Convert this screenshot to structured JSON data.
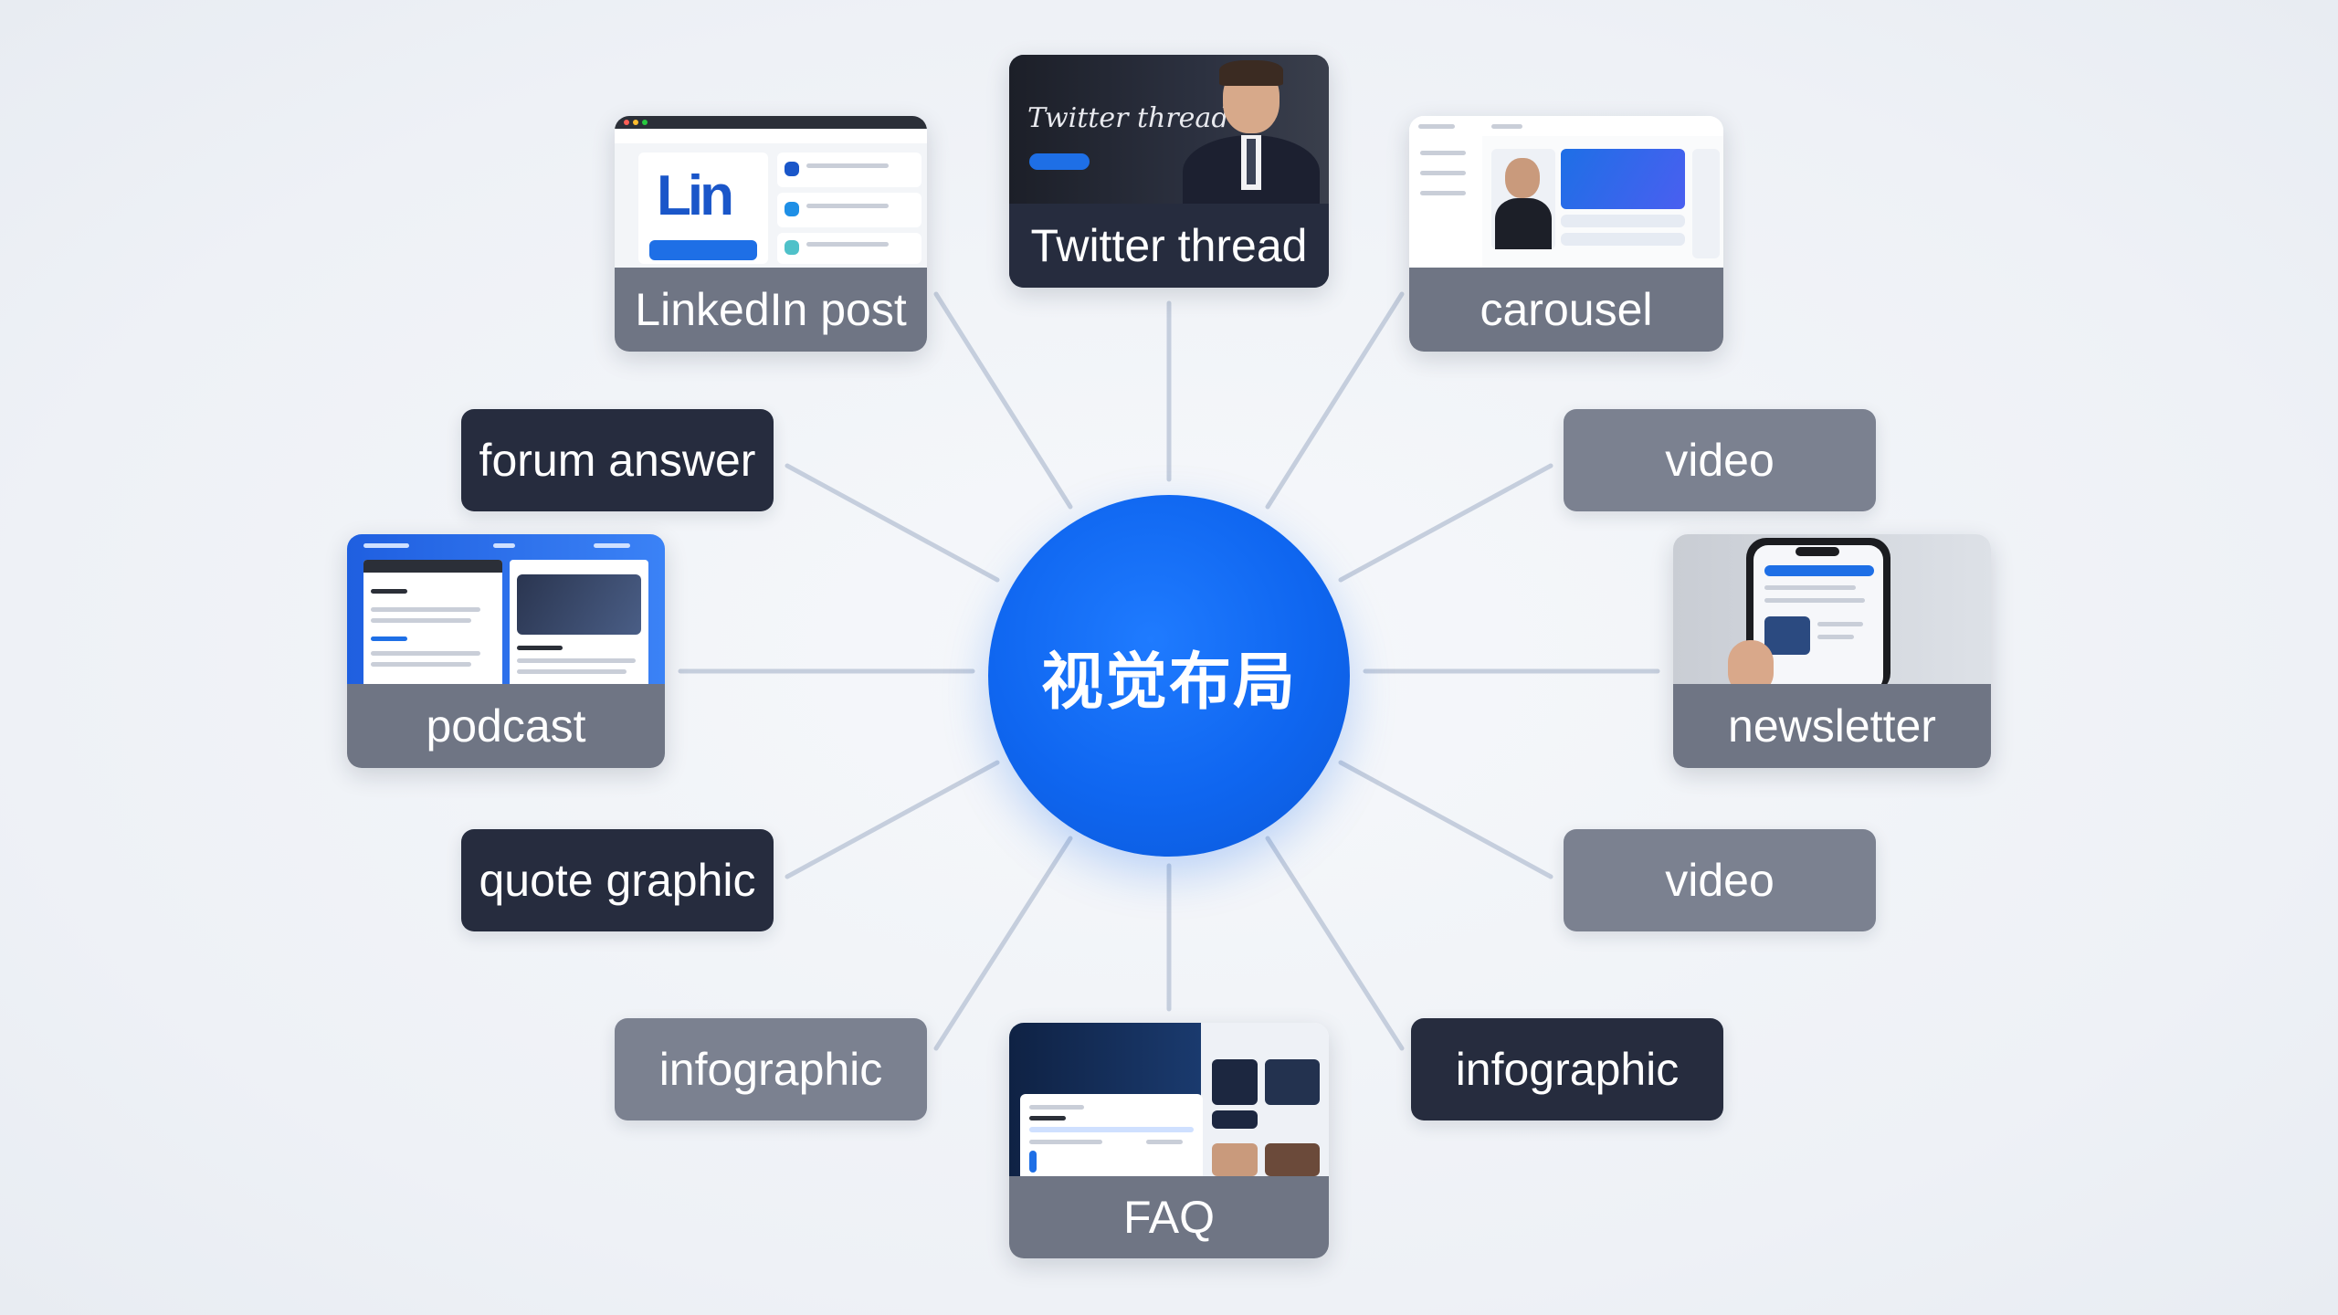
{
  "center": {
    "label": "视觉布局"
  },
  "nodes": {
    "linkedin": {
      "label": "LinkedIn post",
      "logo": "Lin"
    },
    "twitter": {
      "label": "Twitter thread",
      "thumb_title": "Twitter thread"
    },
    "carousel": {
      "label": "carousel"
    },
    "forum": {
      "label": "forum answer"
    },
    "video_top": {
      "label": "video"
    },
    "podcast": {
      "label": "podcast"
    },
    "newsletter": {
      "label": "newsletter"
    },
    "quote": {
      "label": "quote graphic"
    },
    "video_bottom": {
      "label": "video"
    },
    "infographic_left": {
      "label": "infographic"
    },
    "faq": {
      "label": "FAQ"
    },
    "infographic_right": {
      "label": "infographic"
    }
  },
  "colors": {
    "hub": "#0f66f0",
    "pill_dark": "#262c3e",
    "pill_gray": "#7b8190",
    "connector": "#c5cedd",
    "background": "#eef1f6"
  }
}
